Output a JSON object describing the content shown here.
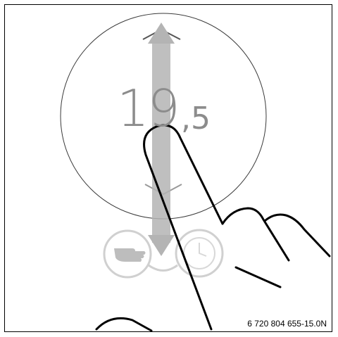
{
  "display": {
    "temperature_integer": "19",
    "temperature_decimal": ",5"
  },
  "icons": {
    "manual_mode": "hand-icon",
    "auto_mode": "clock-icon",
    "adjust": "double-arrow-icon",
    "gesture": "finger-swipe-icon"
  },
  "colors": {
    "text_gray": "#8c8c8c",
    "arrow_gray": "#b4b4b4",
    "outline": "#000000"
  },
  "reference_number": "6 720 804 655-15.0N"
}
